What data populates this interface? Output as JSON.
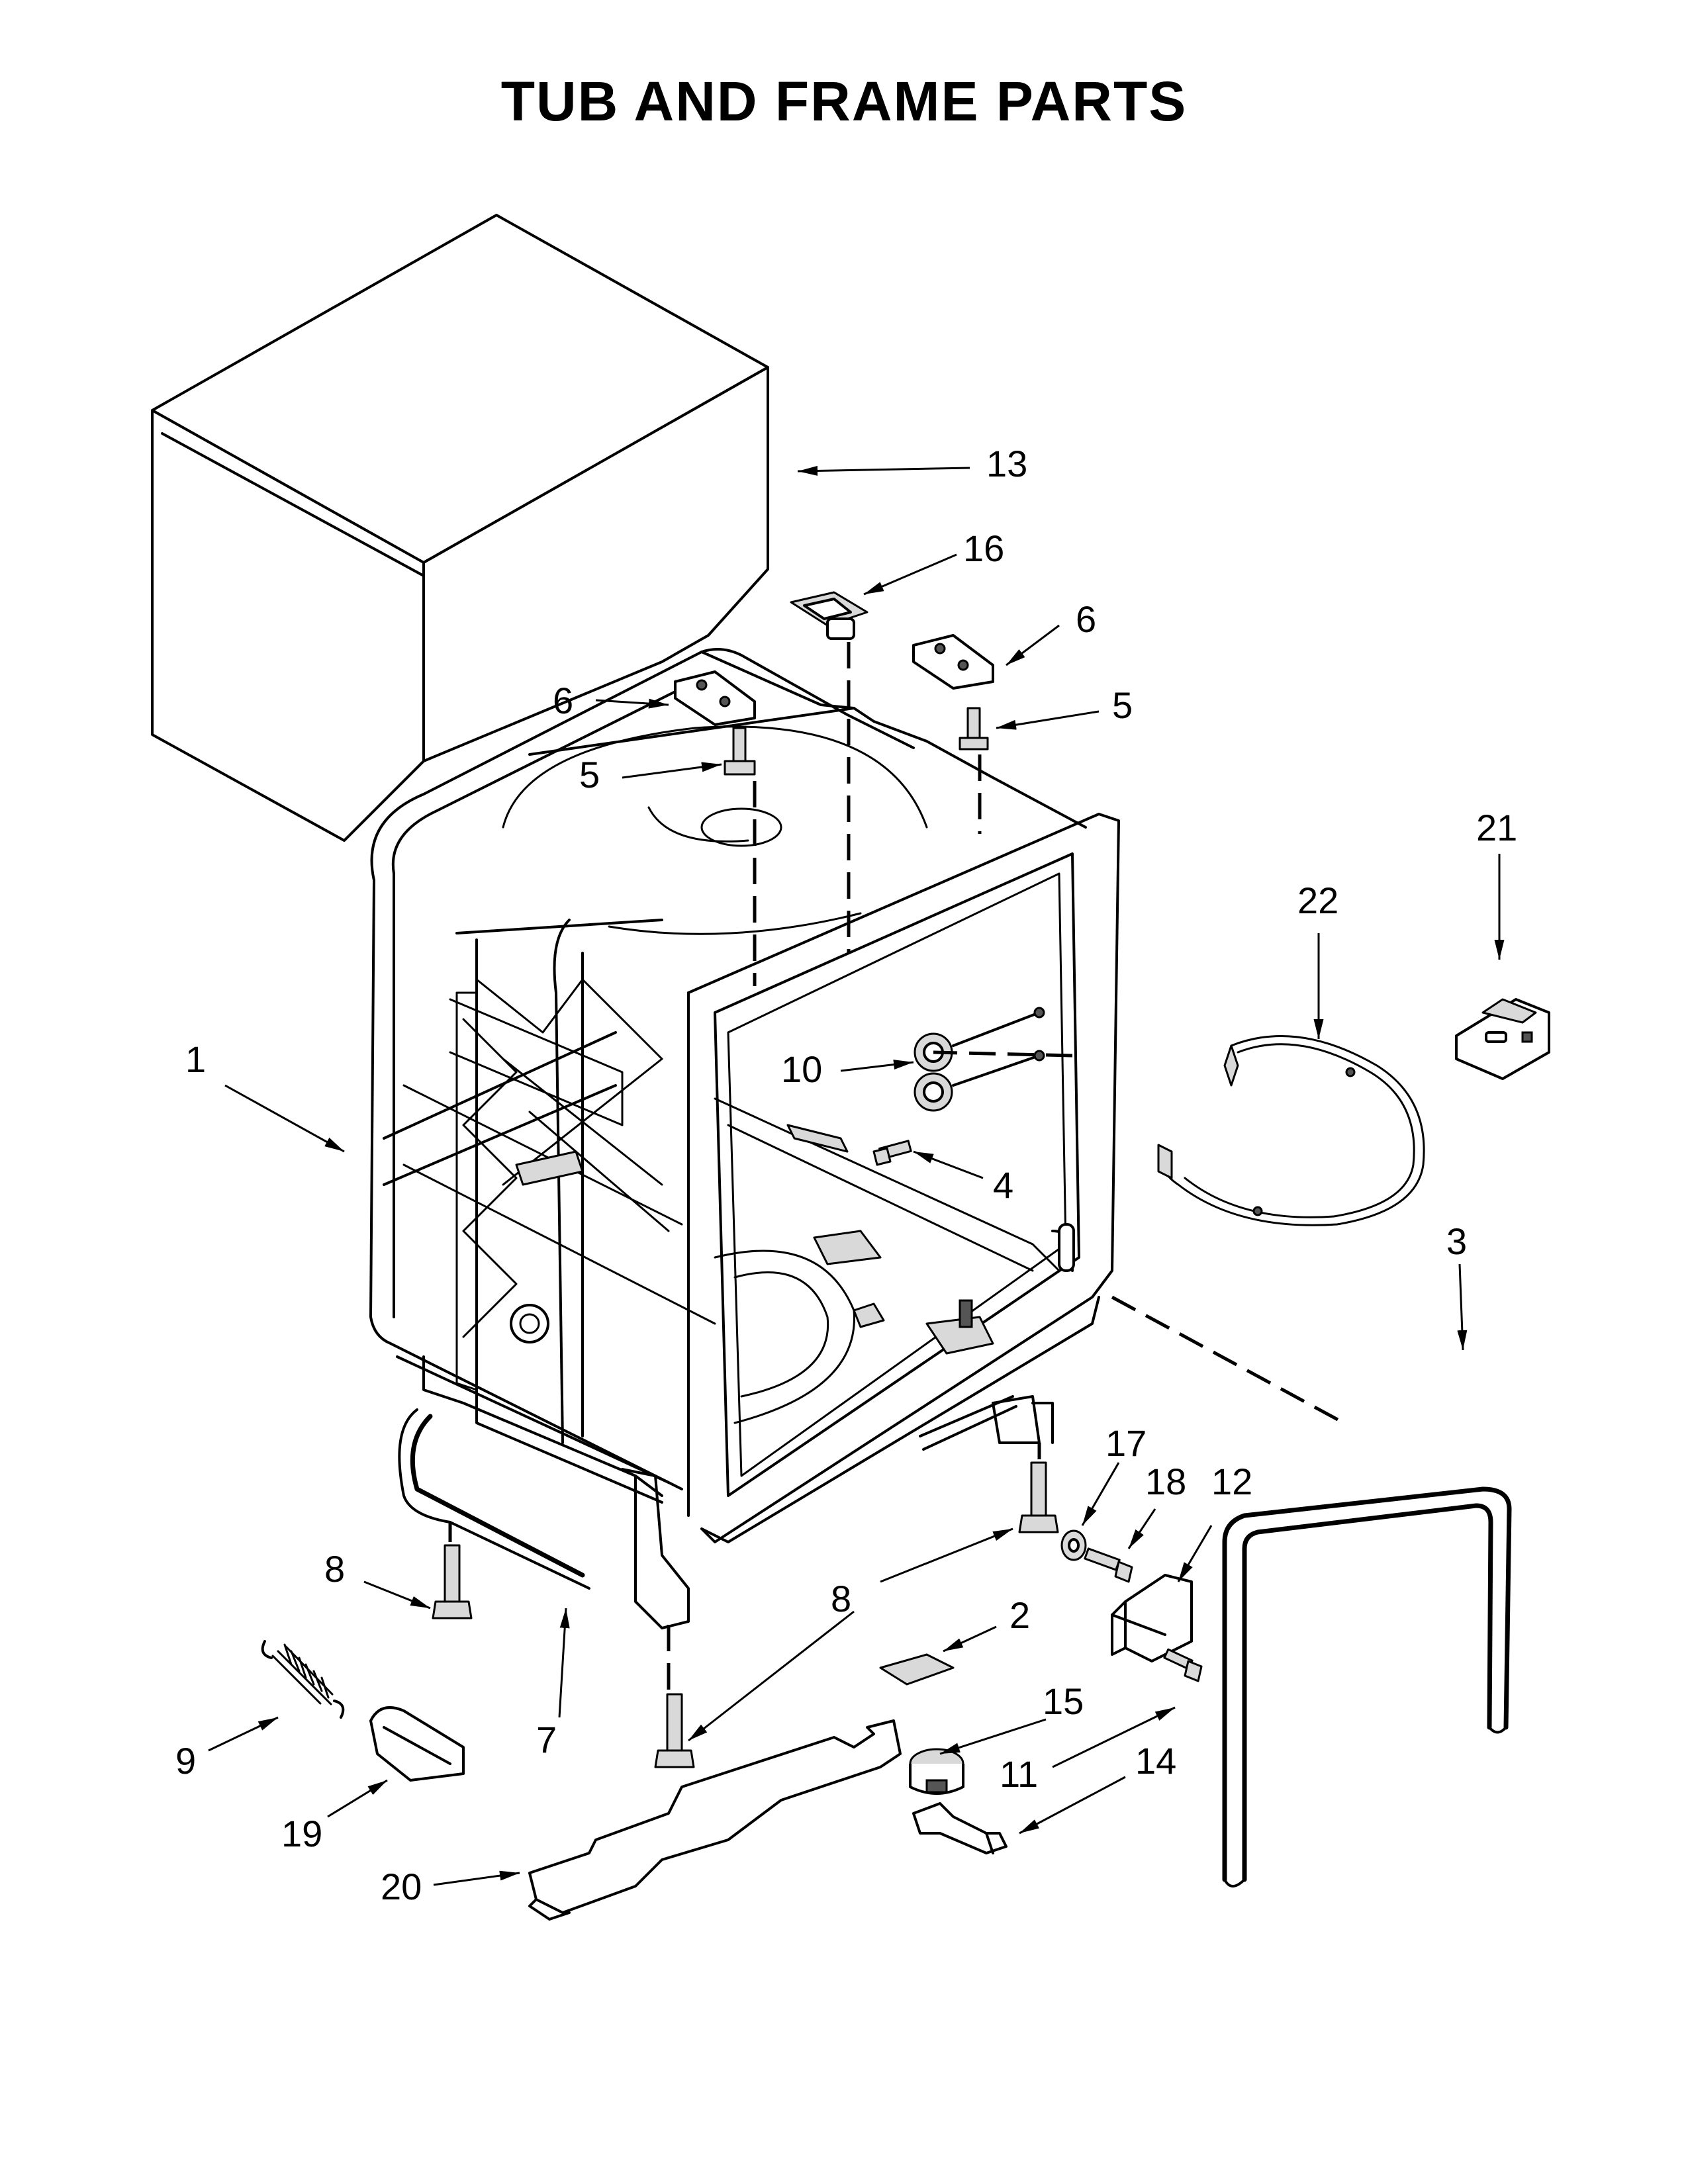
{
  "title": "TUB AND FRAME PARTS",
  "callouts": [
    {
      "id": "c13",
      "label": "13"
    },
    {
      "id": "c16",
      "label": "16"
    },
    {
      "id": "c6a",
      "label": "6"
    },
    {
      "id": "c6b",
      "label": "6"
    },
    {
      "id": "c5a",
      "label": "5"
    },
    {
      "id": "c5b",
      "label": "5"
    },
    {
      "id": "c21",
      "label": "21"
    },
    {
      "id": "c22",
      "label": "22"
    },
    {
      "id": "c1",
      "label": "1"
    },
    {
      "id": "c10",
      "label": "10"
    },
    {
      "id": "c4",
      "label": "4"
    },
    {
      "id": "c3",
      "label": "3"
    },
    {
      "id": "c17",
      "label": "17"
    },
    {
      "id": "c18",
      "label": "18"
    },
    {
      "id": "c12",
      "label": "12"
    },
    {
      "id": "c8a",
      "label": "8"
    },
    {
      "id": "c8b",
      "label": "8"
    },
    {
      "id": "c2",
      "label": "2"
    },
    {
      "id": "c7",
      "label": "7"
    },
    {
      "id": "c9",
      "label": "9"
    },
    {
      "id": "c15",
      "label": "15"
    },
    {
      "id": "c11",
      "label": "11"
    },
    {
      "id": "c14",
      "label": "14"
    },
    {
      "id": "c19",
      "label": "19"
    },
    {
      "id": "c20",
      "label": "20"
    }
  ]
}
